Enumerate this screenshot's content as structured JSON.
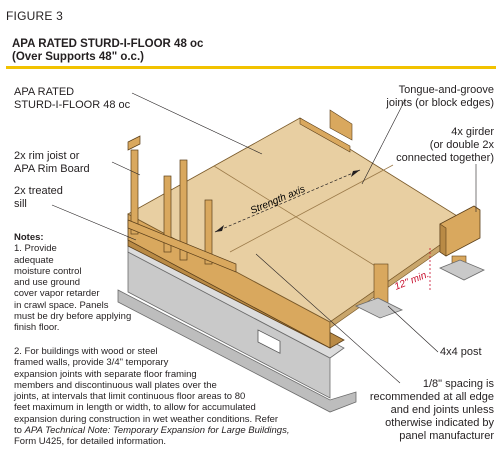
{
  "figure_label": "FIGURE 3",
  "title_line1": "APA RATED STURD-I-FLOOR 48 oc",
  "title_line2": "(Over Supports 48\" o.c.)",
  "callouts": {
    "panel_line1": "APA RATED",
    "panel_line2": "STURD-I-FLOOR 48 oc",
    "tongue_line1": "Tongue-and-groove",
    "tongue_line2": "joints (or block edges)",
    "girder_line1": "4x girder",
    "girder_line2": "(or double 2x",
    "girder_line3": "connected together)",
    "rim_line1": "2x rim joist or",
    "rim_line2": "APA Rim Board",
    "sill_line1": "2x treated",
    "sill_line2": "sill",
    "post": "4x4 post",
    "spacing_line1": "1/8\" spacing is",
    "spacing_line2": "recommended at all edge",
    "spacing_line3": "and end joints unless",
    "spacing_line4": "otherwise indicated by",
    "spacing_line5": "panel manufacturer",
    "strength_axis": "Strength axis",
    "min_clearance": "12\" min."
  },
  "notes": {
    "heading": "Notes:",
    "n1_lines": [
      "1. Provide",
      "adequate",
      "moisture control",
      "and use ground",
      "cover vapor retarder",
      "in crawl space. Panels",
      "must be dry before applying",
      "finish floor."
    ],
    "n2_lines": [
      "2. For buildings with wood or steel",
      "framed walls, provide 3/4\" temporary",
      "expansion joints with separate floor framing",
      "members and discontinuous wall plates over the",
      "joints, at intervals that limit continuous floor areas to 80",
      "feet maximum in length or width, to allow for accumulated",
      "expansion during construction in wet weather conditions. Refer"
    ],
    "n2_ref_prefix": "to ",
    "n2_ref_italic": "APA Technical Note: Temporary Expansion for Large Buildings,",
    "n2_last": "Form U425, for detailed information."
  },
  "colors": {
    "accent_rule": "#f2c200",
    "panel_fill": "#e8cfa2",
    "wood_fill": "#d9a85e",
    "wood_dark": "#b98a45",
    "concrete_fill": "#c9c9c9",
    "concrete_dark": "#a9a9a9",
    "dimension": "#c8102e"
  }
}
